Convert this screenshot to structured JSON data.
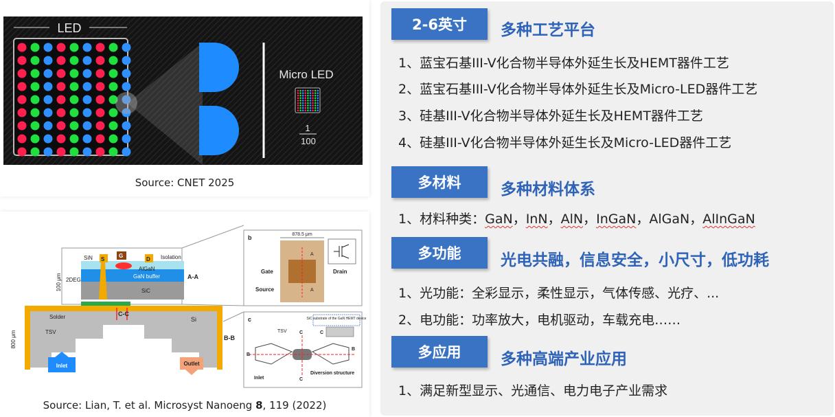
{
  "top_figure": {
    "led_label": "LED",
    "micro_led_label": "Micro LED",
    "ratio_numerator": "1",
    "ratio_denominator": "100",
    "source": "Source: CNET 2025",
    "dot_colors": [
      "#ff2050",
      "#20e040",
      "#3090ff"
    ]
  },
  "bottom_figure": {
    "labels": {
      "sin": "SiN",
      "s": "S",
      "g": "G",
      "d": "D",
      "isolation": "Isolation",
      "algan": "AlGaN",
      "gan_buffer": "GaN buffer",
      "sic": "SiC",
      "twodeg": "2DEG",
      "height_100": "100 μm",
      "aa": "A-A",
      "solder": "Solder",
      "cc": "C-C",
      "si": "Si",
      "height_800": "800 μm",
      "tsv": "TSV",
      "bb": "B-B",
      "inlet": "Inlet",
      "outlet": "Outlet",
      "panel_b": "b",
      "width_b": "878.5 μm",
      "gate": "Gate",
      "drain": "Drain",
      "source": "Source",
      "a_top": "A",
      "a_bottom": "A",
      "panel_c": "c",
      "sic_note": "SiC substrate of the GaN HEMT device",
      "tsv_c": "TSV",
      "b_left": "B",
      "b_right": "B",
      "c_top": "C",
      "c_right": "C",
      "c_bottom": "C",
      "inlet_c": "Inlet",
      "diversion": "Diversion structure"
    },
    "source_prefix": "Source: Lian, T. et al. Microsyst Nanoeng ",
    "source_bold": "8",
    "source_suffix": ", 119 (2022)"
  },
  "sections": [
    {
      "tag": "2-6英寸",
      "heading": "多种工艺平台",
      "items": [
        "1、蓝宝石基III-V化合物半导体外延生长及HEMT器件工艺",
        "2、蓝宝石基III-V化合物半导体外延生长及Micro-LED器件工艺",
        "3、硅基III-V化合物半导体外延生长及HEMT器件工艺",
        "4、硅基III-V化合物半导体外延生长及Micro-LED器件工艺"
      ]
    },
    {
      "tag": "多材料",
      "heading": "多种材料体系",
      "items_prefix": "1、材料种类：",
      "materials": [
        "GaN",
        "InN",
        "AlN",
        "InGaN",
        "AlGaN",
        "AlInGaN"
      ]
    },
    {
      "tag": "多功能",
      "heading": "光电共融，信息安全，小尺寸，低功耗",
      "items": [
        "1、光功能：全彩显示，柔性显示，气体传感、光疗、...",
        "2、电功能：功率放大，电机驱动，车载充电……"
      ]
    },
    {
      "tag": "多应用",
      "heading": "多种高端产业应用",
      "items": [
        "1、满足新型显示、光通信、电力电子产业需求"
      ]
    }
  ]
}
